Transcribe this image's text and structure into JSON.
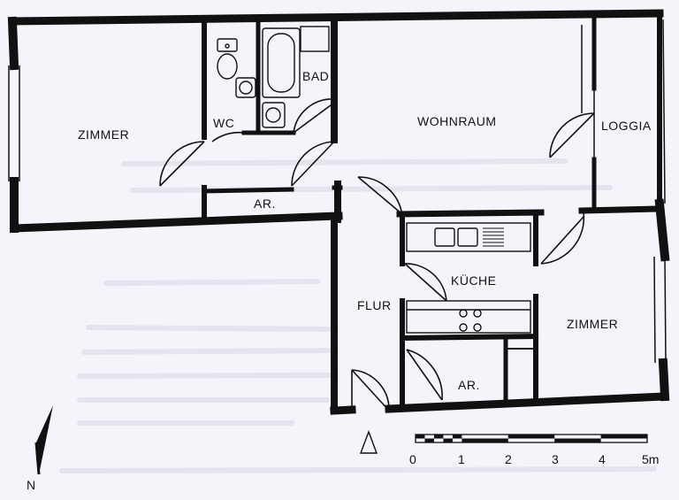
{
  "floorplan": {
    "rooms": {
      "zimmer_left": "ZIMMER",
      "wc": "WC",
      "bad": "BAD",
      "wohnraum": "WOHNRAUM",
      "loggia": "LOGGIA",
      "abstellraum_top": "AR.",
      "kueche": "KÜCHE",
      "flur": "FLUR",
      "zimmer_right": "ZIMMER",
      "abstellraum_bottom": "AR."
    },
    "north_label": "N",
    "scale": {
      "ticks": [
        "0",
        "1",
        "2",
        "3",
        "4",
        "5m"
      ]
    }
  }
}
